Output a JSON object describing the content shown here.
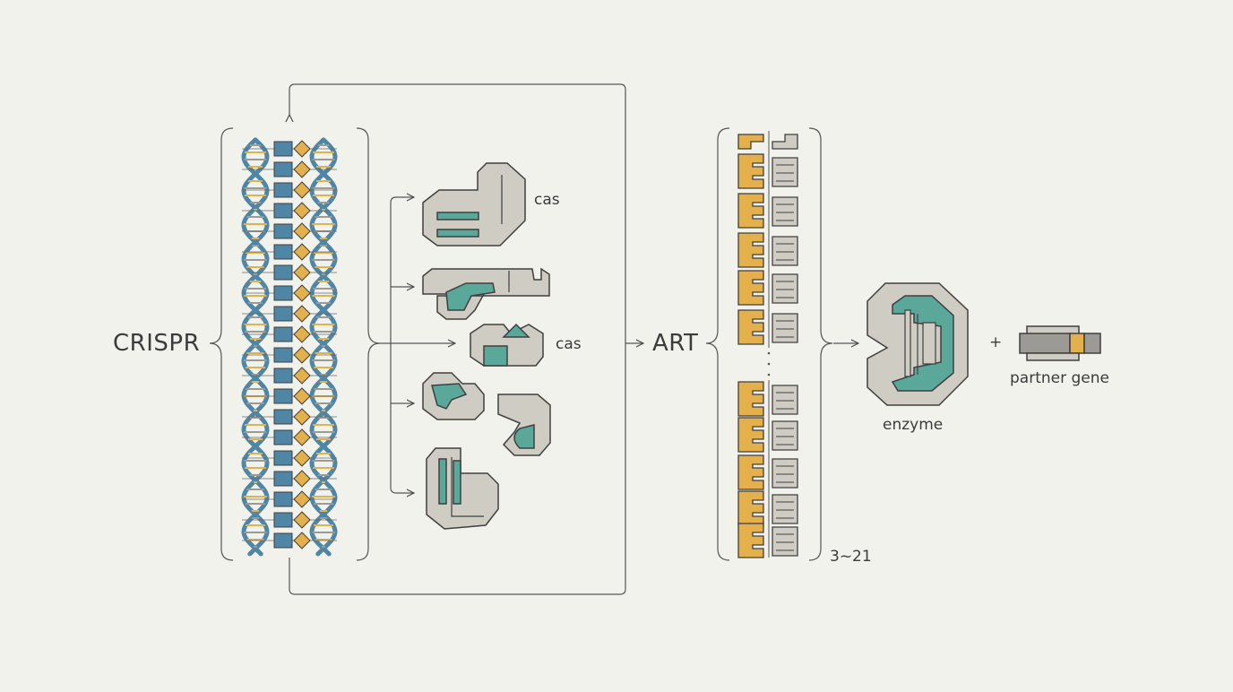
{
  "labels": {
    "crispr": "CRISPR",
    "art": "ART",
    "cas_top": "cas",
    "cas_middle": "cas",
    "repeat_count": "3~21",
    "enzyme": "enzyme",
    "plus": "+",
    "partner_gene": "partner gene"
  },
  "colors": {
    "background": "#f2f2ed",
    "blue": "#4f86a6",
    "gold": "#e3b04b",
    "teal": "#5aa89a",
    "gray": "#cfccc4",
    "dark_gray": "#9c9a94",
    "outline": "#3f3f3f"
  }
}
